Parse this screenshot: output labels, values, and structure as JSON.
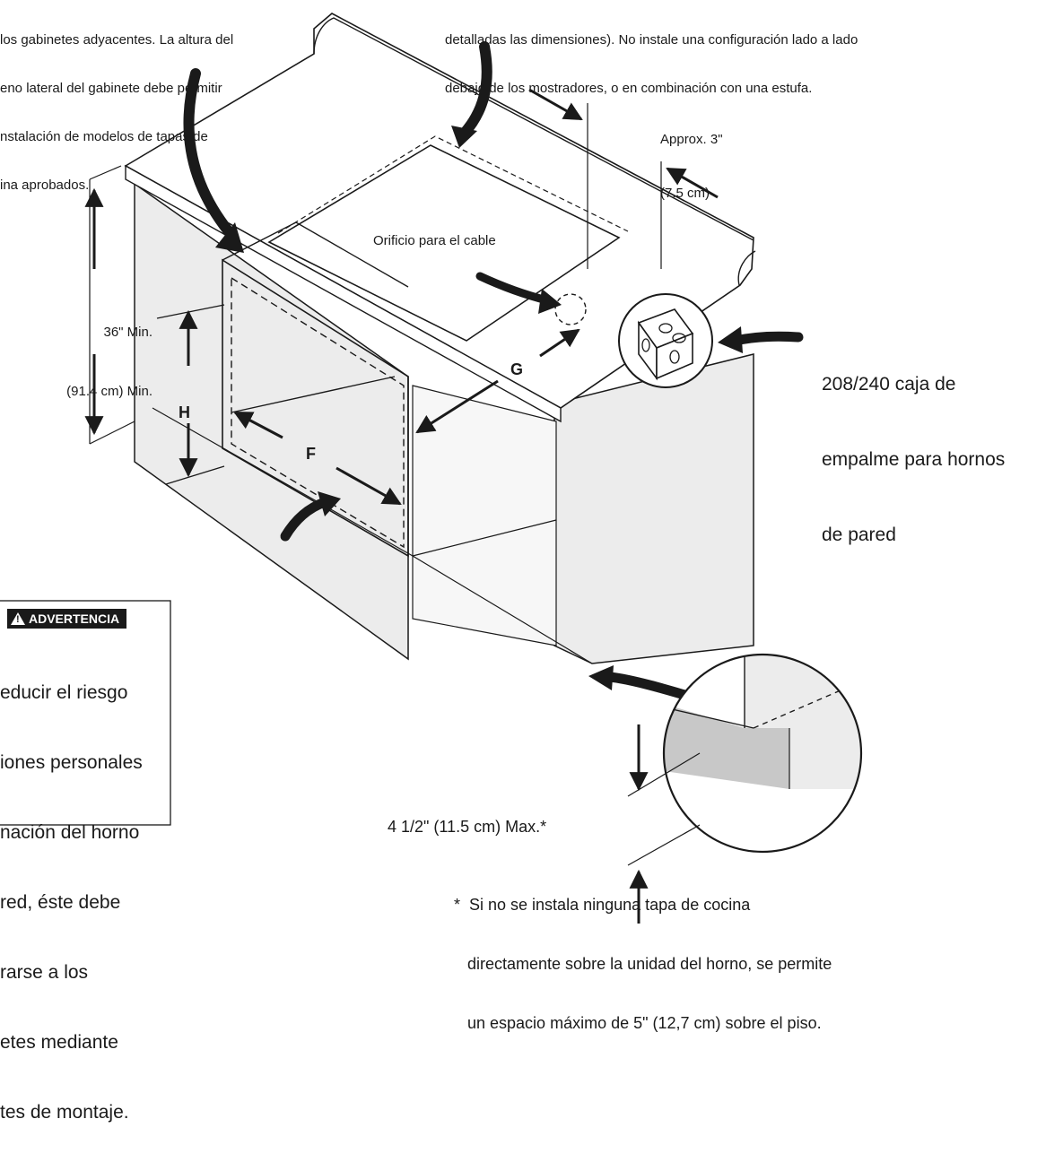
{
  "notes": {
    "top_left": [
      "los gabinetes adyacentes. La altura del",
      "eno lateral del gabinete debe permitir",
      "nstalación de modelos de tapas de",
      "ina aprobados."
    ],
    "top_right": [
      "detalladas las dimensiones). No instale una configuración lado a lado",
      "debajo de los mostradores, o en combinación con una estufa."
    ]
  },
  "labels": {
    "approx": [
      "Approx. 3\"",
      "(7.5 cm)"
    ],
    "height_min": [
      "36\" Min.",
      "(91.4 cm) Min."
    ],
    "cable_hole": "Orificio para el cable",
    "junction_box": [
      "208/240 caja de",
      "empalme para hornos",
      "de pared"
    ],
    "dim_g": "G",
    "dim_h": "H",
    "dim_f": "F",
    "max_gap": "4 1/2\" (11.5 cm) Max.*",
    "footnote": [
      "*  Si no se instala ninguna tapa de cocina",
      "   directamente sobre la unidad del horno, se permite",
      "   un espacio máximo de 5\" (12,7 cm) sobre el piso."
    ]
  },
  "warning": {
    "badge": "ADVERTENCIA",
    "lines": [
      "educir el riesgo",
      "iones personales",
      "nación del horno",
      "red, éste debe",
      "rarse a los",
      "etes mediante",
      "tes de montaje."
    ]
  },
  "colors": {
    "ink": "#1a1a1a",
    "shade": "#ececec",
    "shade_dark": "#c8c8c8",
    "paper": "#ffffff"
  }
}
